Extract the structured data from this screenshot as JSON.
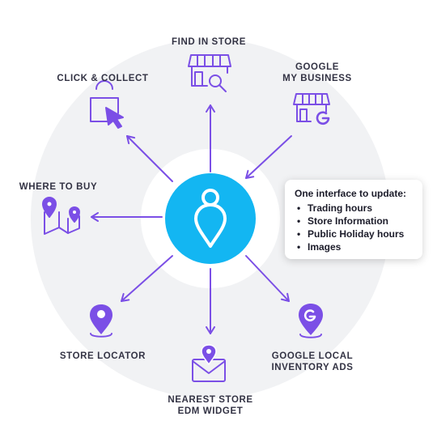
{
  "labels": {
    "find_in_store": "FIND IN STORE",
    "google_my_business_line1": "GOOGLE",
    "google_my_business_line2": "MY BUSINESS",
    "click_collect": "CLICK & COLLECT",
    "where_to_buy": "WHERE TO BUY",
    "store_locator": "STORE LOCATOR",
    "nearest_store_line1": "NEAREST STORE",
    "nearest_store_line2": "EDM WIDGET",
    "google_local_line1": "GOOGLE LOCAL",
    "google_local_line2": "INVENTORY ADS"
  },
  "info_box": {
    "title": "One interface to update:",
    "items": [
      "Trading hours",
      "Store Information",
      "Public Holiday hours",
      "Images"
    ]
  },
  "icons": {
    "hub": "location-person-icon",
    "find_in_store": "store-search-icon",
    "google_my_business": "store-google-icon",
    "click_collect": "shopping-bag-cursor-icon",
    "where_to_buy": "map-pins-icon",
    "store_locator": "map-pin-icon",
    "nearest_store": "email-pin-icon",
    "google_local": "google-pin-icon"
  },
  "colors": {
    "accent": "#7b4fe6",
    "hub": "#13b6f2",
    "outer_ring": "#f1f2f4",
    "text": "#333344"
  }
}
